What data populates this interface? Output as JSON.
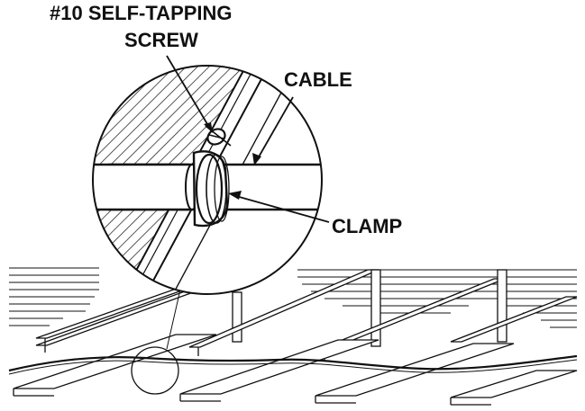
{
  "labels": {
    "screw_line1": "#10 SELF-TAPPING",
    "screw_line2": "SCREW",
    "cable": "CABLE",
    "clamp": "CLAMP"
  },
  "colors": {
    "ink": "#111111",
    "background": "#ffffff"
  }
}
